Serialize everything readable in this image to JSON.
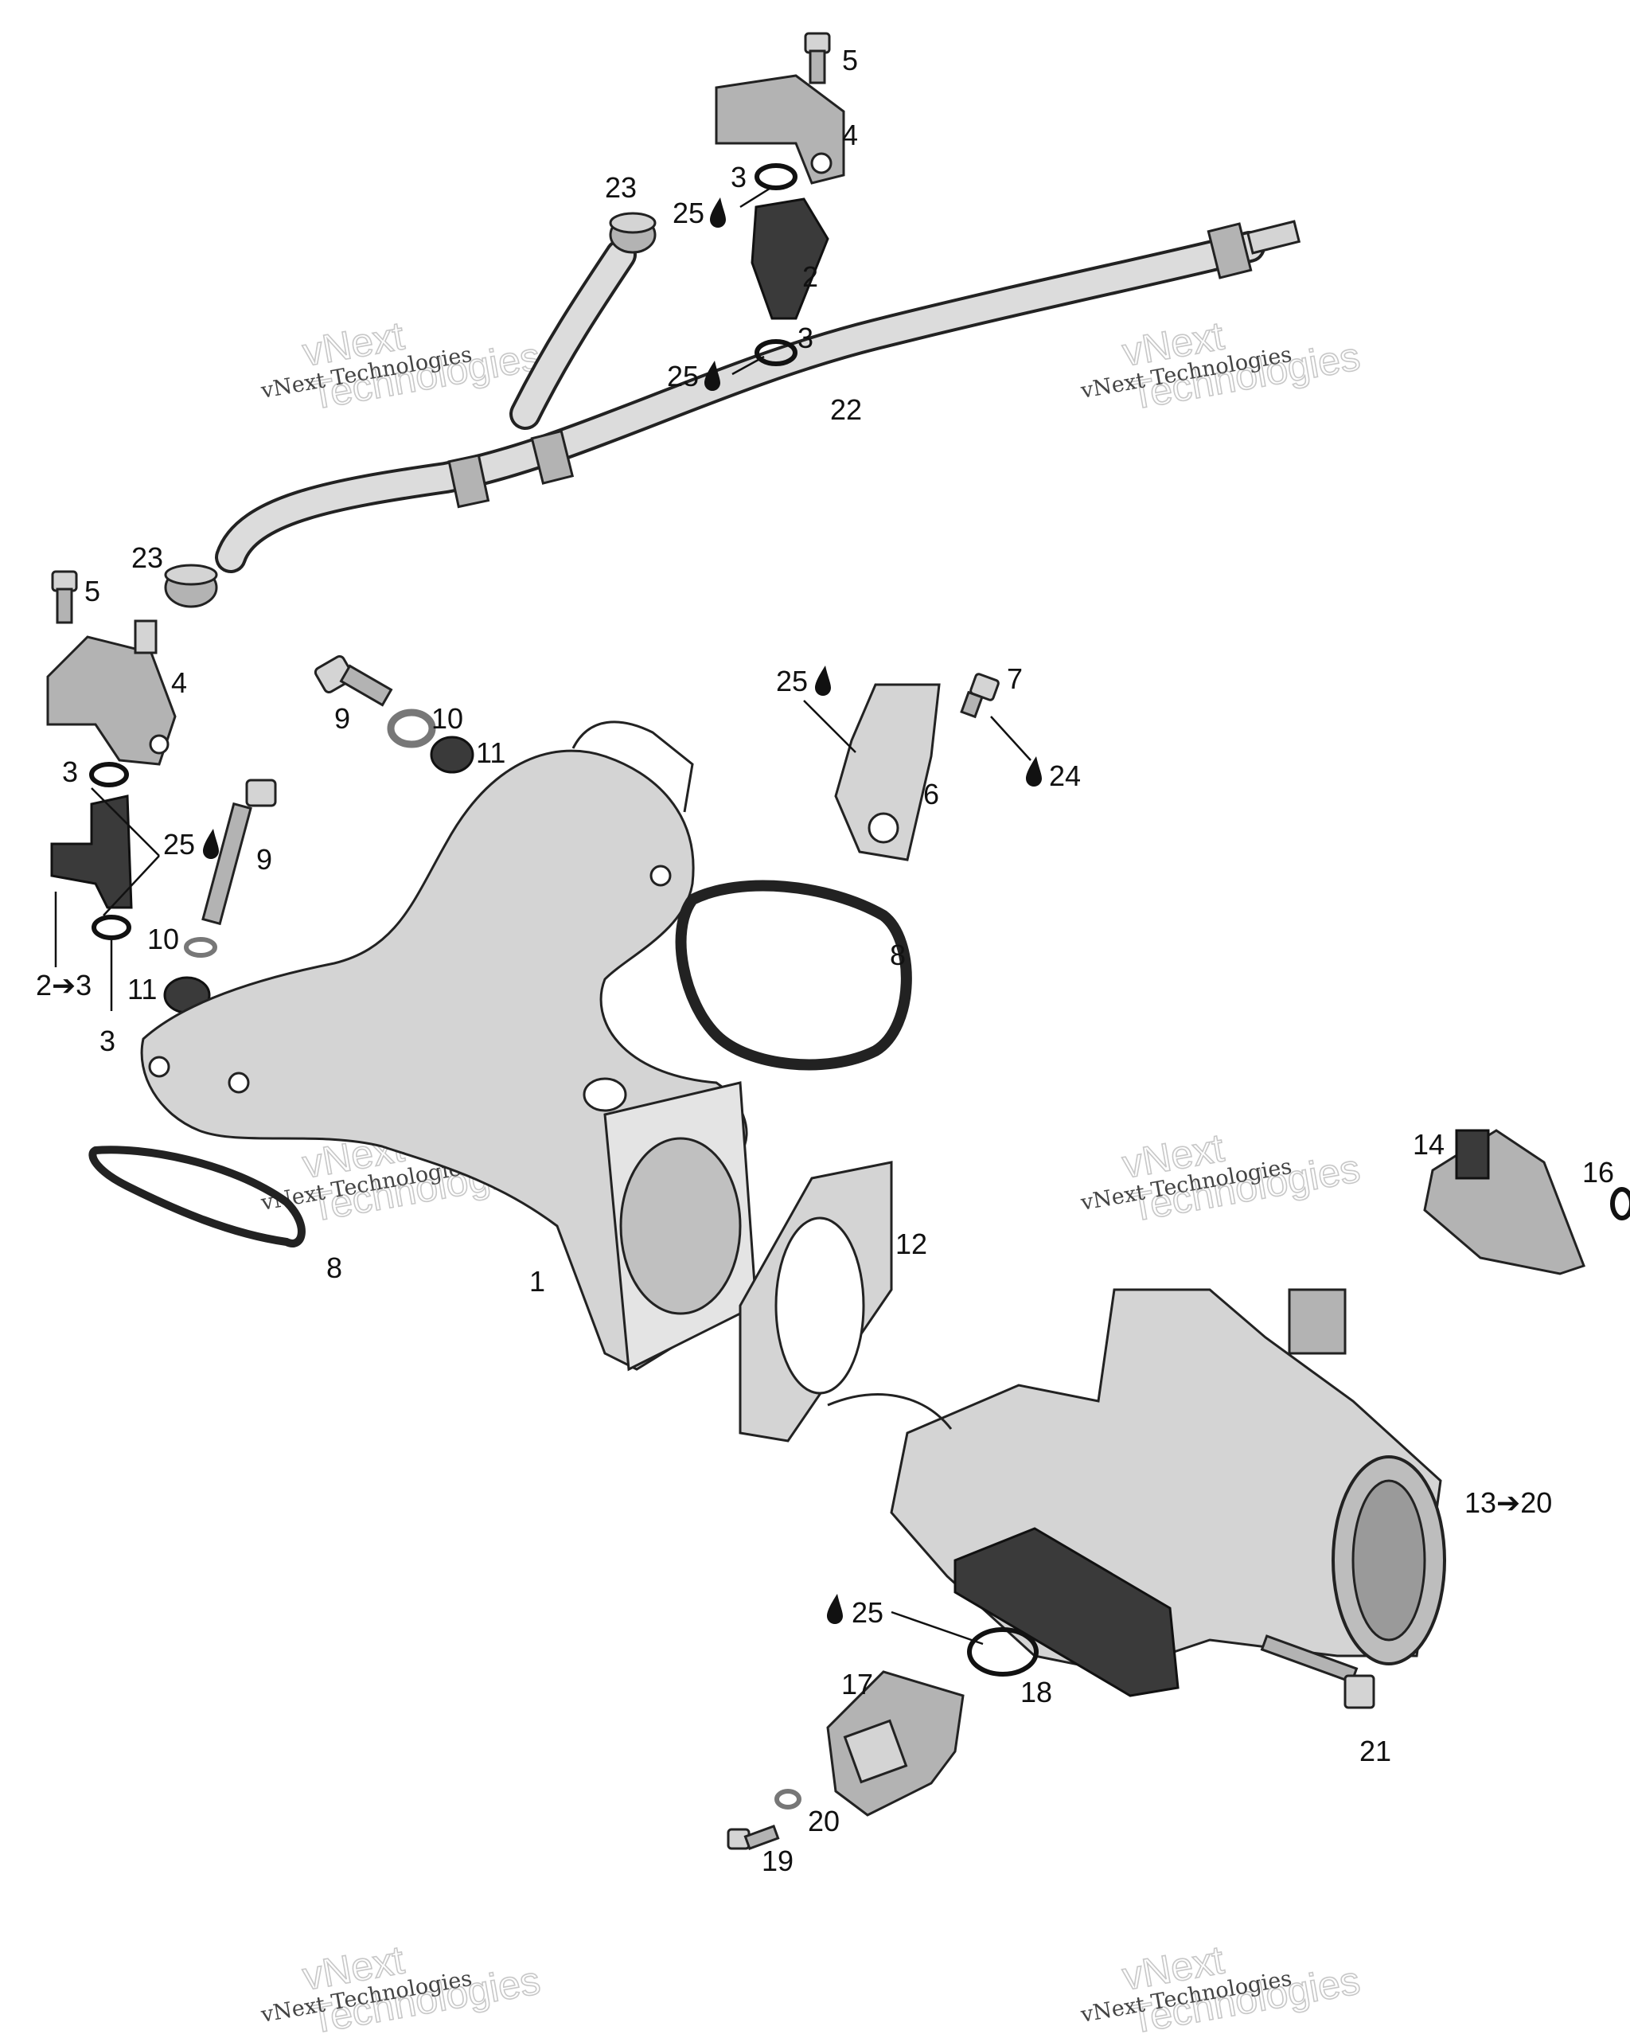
{
  "watermark": {
    "big": "vNext\nTechnologies",
    "small": "vNext Technologies"
  },
  "callouts": {
    "c1": "1",
    "c2": "2",
    "c2_3": "2➔3",
    "c3": "3",
    "c4": "4",
    "c5": "5",
    "c6": "6",
    "c7": "7",
    "c8": "8",
    "c9": "9",
    "c10": "10",
    "c11": "11",
    "c12": "12",
    "c13_20": "13➔20",
    "c14": "14",
    "c16": "16",
    "c17": "17",
    "c18": "18",
    "c19": "19",
    "c20": "20",
    "c21": "21",
    "c22": "22",
    "c23": "23",
    "c24": "24",
    "c25": "25"
  },
  "icons": {
    "fluid": "drop-icon",
    "arrow": "arrow-right-icon"
  }
}
